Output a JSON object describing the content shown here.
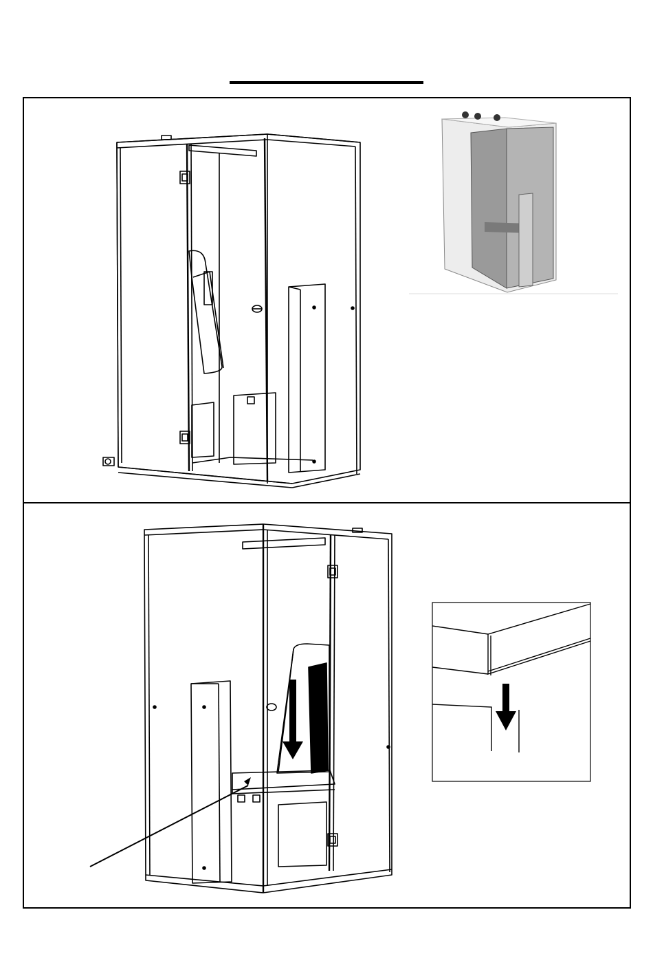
{
  "page": {
    "title": "",
    "colors": {
      "line": "#000000",
      "photo_panel": "#c8c8c8",
      "photo_glass": "#9a9a9a",
      "background": "#ffffff"
    }
  },
  "step1": {
    "drawing": "sauna-cabin-front-view",
    "photo": "sauna-cabin-photo"
  },
  "step2": {
    "drawing": "sauna-cabin-rear-view-bench-install",
    "detail": "bench-slot-detail",
    "arrows": [
      "down-arrow",
      "down-arrow"
    ]
  }
}
